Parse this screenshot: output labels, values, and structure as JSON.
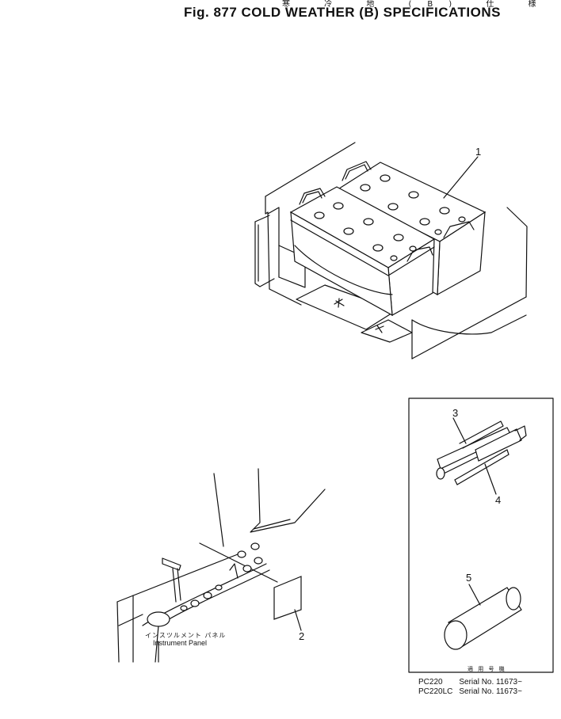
{
  "figure": {
    "title_jp": "寒 冷 地 (B) 仕 様",
    "title": "Fig. 877   COLD WEATHER (B) SPECIFICATIONS"
  },
  "callouts": [
    "1",
    "2",
    "3",
    "4",
    "5"
  ],
  "instrument_panel": {
    "label_jp": "インスツルメント パネル",
    "label_en": "Instrument Panel"
  },
  "applicability": {
    "header_jp": "適 用 号 機",
    "rows": [
      {
        "model": "PC220",
        "serial": "Serial No. 11673~"
      },
      {
        "model": "PC220LC",
        "serial": "Serial No. 11673~"
      }
    ]
  }
}
